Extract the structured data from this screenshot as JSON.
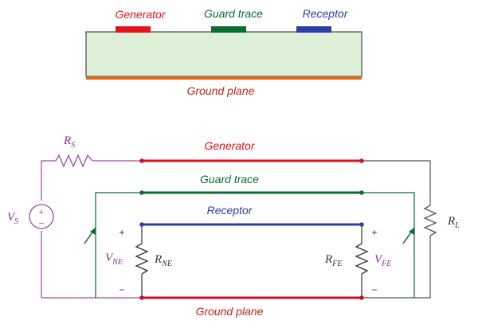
{
  "cross_section": {
    "generator_label": "Generator",
    "guard_label": "Guard trace",
    "receptor_label": "Receptor",
    "ground_label": "Ground plane"
  },
  "circuit": {
    "generator_label": "Generator",
    "guard_label": "Guard trace",
    "receptor_label": "Receptor",
    "ground_label": "Ground plane",
    "source": {
      "sym": "V",
      "sub": "S",
      "plus": "+",
      "minus": "−"
    },
    "rs": {
      "sym": "R",
      "sub": "S"
    },
    "rl": {
      "sym": "R",
      "sub": "L"
    },
    "rne": {
      "sym": "R",
      "sub": "NE"
    },
    "rfe": {
      "sym": "R",
      "sub": "FE"
    },
    "vne": {
      "sym": "V",
      "sub": "NE",
      "plus": "+",
      "minus": "−"
    },
    "vfe": {
      "sym": "V",
      "sub": "FE",
      "plus": "+",
      "minus": "−"
    }
  },
  "colors": {
    "generator": "#e3131b",
    "guard": "#0b6b33",
    "receptor": "#2e3ea8",
    "ground": "#c8102e",
    "substrate": "#dff0d8",
    "ground_plane_fill": "#e06a1c",
    "source_wire": "#a04aa3",
    "label_generator": "#e3131b",
    "label_guard": "#0b6b33",
    "label_receptor": "#2e3ea8",
    "label_ground": "#c0241c",
    "symbol_text": "#8b2a8b",
    "wire_gray": "#555555"
  }
}
